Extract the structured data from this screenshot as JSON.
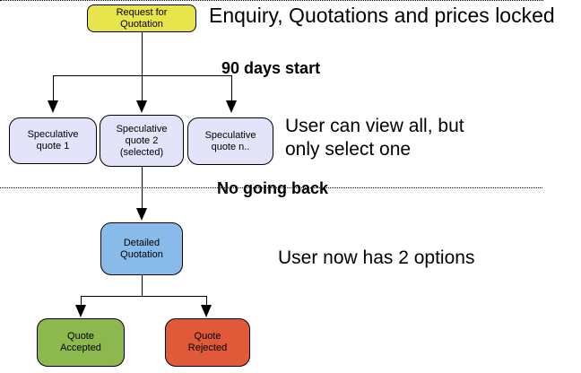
{
  "nodes": {
    "request": {
      "label": "Request for Quotation",
      "color": "#e8e44c"
    },
    "spec1": {
      "label": "Speculative quote 1",
      "color": "#e3e3f9"
    },
    "spec2": {
      "label": "Speculative quote 2 (selected)",
      "color": "#e3e3f9"
    },
    "specn": {
      "label": "Speculative quote n..",
      "color": "#e3e3f9"
    },
    "detailed": {
      "label": "Detailed Quotation",
      "color": "#88bbe9"
    },
    "accepted": {
      "label": "Quote Accepted",
      "color": "#8db84e"
    },
    "rejected": {
      "label": "Quote Rejected",
      "color": "#e05a3a"
    }
  },
  "annotations": {
    "enquiry": "Enquiry, Quotations and prices locked",
    "view": "User can view all, but only select one",
    "options": "User now has 2 options"
  },
  "phase_labels": {
    "days": "90 days start",
    "noback": "No going back"
  },
  "colors": {
    "accepted_green": "#8db84e",
    "rejected_red": "#e05a3a",
    "selected_blue": "#88bbe9",
    "request_yellow": "#e8e44c",
    "speculative_lavender": "#e3e3f9",
    "line_black": "#000000"
  }
}
